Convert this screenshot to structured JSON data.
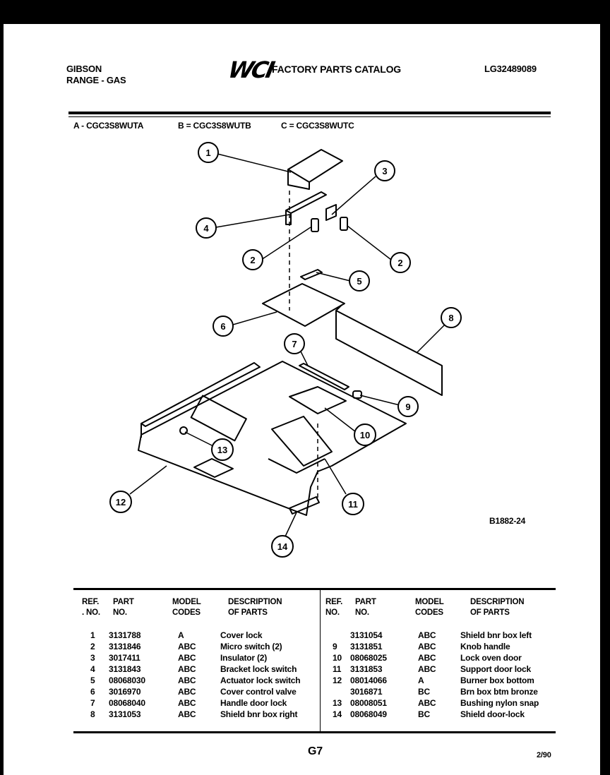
{
  "header": {
    "brand_line1": "GIBSON",
    "brand_line2": "RANGE - GAS",
    "logo": "WCI",
    "catalog_title": "FACTORY PARTS CATALOG",
    "catalog_number": "LG32489089"
  },
  "models": {
    "a": "A - CGC3S8WUTA",
    "b": "B = CGC3S8WUTB",
    "c": "C = CGC3S8WUTC"
  },
  "diagram": {
    "id": "B1882-24",
    "callouts": [
      "1",
      "2",
      "2",
      "3",
      "4",
      "5",
      "6",
      "7",
      "8",
      "9",
      "10",
      "11",
      "12",
      "13",
      "14"
    ]
  },
  "table": {
    "headers": {
      "ref_no_1": "REF.",
      "ref_no_2": ". NO.",
      "part_no_1": "PART",
      "part_no_2": "NO.",
      "model_codes_1": "MODEL",
      "model_codes_2": "CODES",
      "description_1": "DESCRIPTION",
      "description_2": "OF PARTS",
      "ref_no_r1": "REF.",
      "ref_no_r2": "NO."
    },
    "left_rows": [
      {
        "ref": "1",
        "part": "3131788",
        "code": "A",
        "desc": "Cover lock"
      },
      {
        "ref": "2",
        "part": "3131846",
        "code": "ABC",
        "desc": "Micro switch (2)"
      },
      {
        "ref": "3",
        "part": "3017411",
        "code": "ABC",
        "desc": "Insulator (2)"
      },
      {
        "ref": "4",
        "part": "3131843",
        "code": "ABC",
        "desc": "Bracket lock switch"
      },
      {
        "ref": "5",
        "part": "08068030",
        "code": "ABC",
        "desc": "Actuator lock switch"
      },
      {
        "ref": "6",
        "part": "3016970",
        "code": "ABC",
        "desc": "Cover control valve"
      },
      {
        "ref": "7",
        "part": "08068040",
        "code": "ABC",
        "desc": "Handle door lock"
      },
      {
        "ref": "8",
        "part": "3131053",
        "code": "ABC",
        "desc": "Shield bnr box right"
      }
    ],
    "right_rows": [
      {
        "ref": "",
        "part": "3131054",
        "code": "ABC",
        "desc": "Shield bnr box  left"
      },
      {
        "ref": "9",
        "part": "3131851",
        "code": "ABC",
        "desc": "Knob handle"
      },
      {
        "ref": "10",
        "part": "08068025",
        "code": "ABC",
        "desc": "Lock oven door"
      },
      {
        "ref": "11",
        "part": "3131853",
        "code": "ABC",
        "desc": "Support door lock"
      },
      {
        "ref": "12",
        "part": "08014066",
        "code": "A",
        "desc": "Burner box bottom"
      },
      {
        "ref": "",
        "part": "3016871",
        "code": "BC",
        "desc": "Brn box btm bronze"
      },
      {
        "ref": "13",
        "part": "08008051",
        "code": "ABC",
        "desc": "Bushing nylon snap"
      },
      {
        "ref": "14",
        "part": "08068049",
        "code": "BC",
        "desc": "Shield door-lock"
      }
    ]
  },
  "footer": {
    "page": "G7",
    "date": "2/90"
  }
}
